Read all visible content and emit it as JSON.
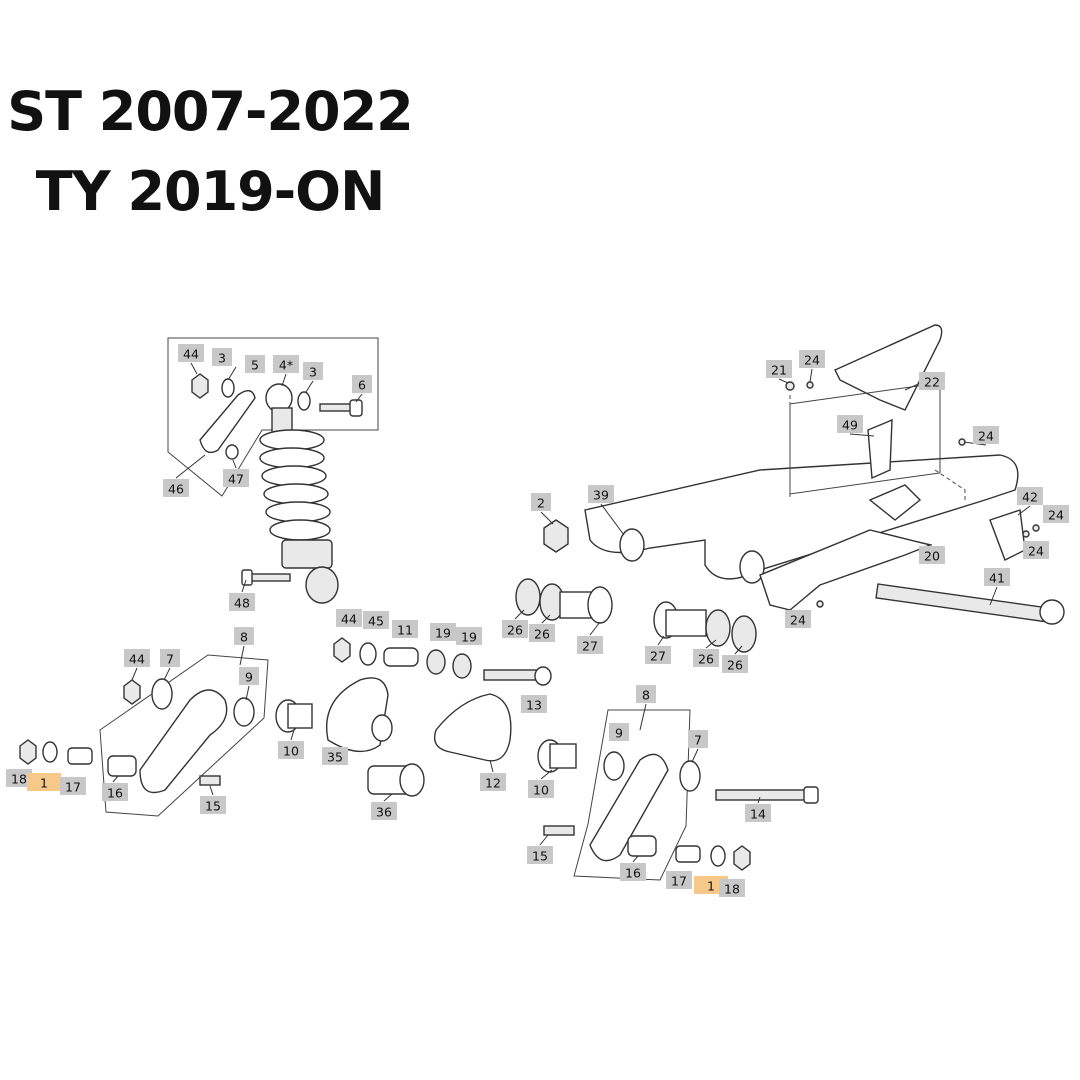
{
  "heading": {
    "line1": "ST 2007-2022",
    "line2": "TY 2019-ON"
  },
  "callouts": [
    "44",
    "3",
    "5",
    "4*",
    "3",
    "6",
    "46",
    "47",
    "48",
    "21",
    "24",
    "22",
    "49",
    "24",
    "42",
    "24",
    "24",
    "20",
    "41",
    "24",
    "2",
    "39",
    "26",
    "26",
    "27",
    "27",
    "26",
    "26",
    "44",
    "45",
    "11",
    "19",
    "19",
    "13",
    "44",
    "7",
    "8",
    "9",
    "18",
    "1",
    "17",
    "16",
    "15",
    "10",
    "35",
    "36",
    "12",
    "10",
    "8",
    "9",
    "7",
    "14",
    "15",
    "16",
    "17",
    "1",
    "18"
  ],
  "highlight_color": "#f6c98a",
  "label_color": "#c8c8c8"
}
